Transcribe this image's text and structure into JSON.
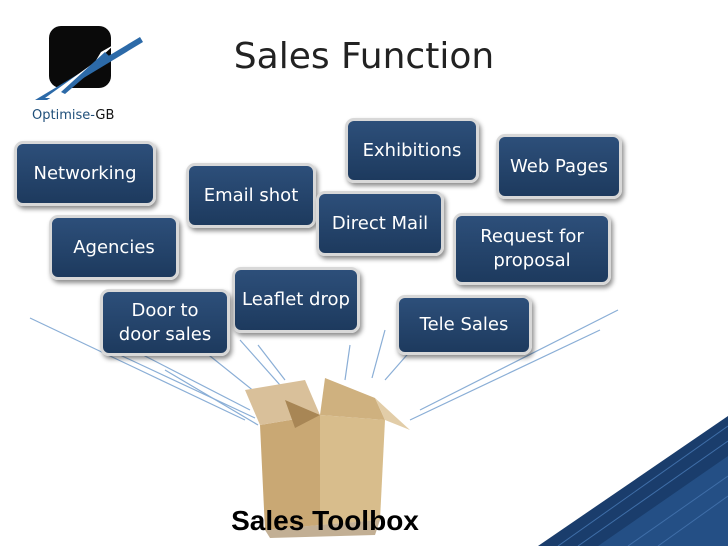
{
  "header": {
    "title": "Sales Function",
    "logo_brand": "Optimise-",
    "logo_suffix": "GB"
  },
  "caption": "Sales Toolbox",
  "tools": {
    "networking": "Networking",
    "exhibitions": "Exhibitions",
    "web_pages": "Web Pages",
    "email_shot": "Email shot",
    "direct_mail": "Direct Mail",
    "agencies": "Agencies",
    "request_for_proposal": "Request for proposal",
    "leaflet_drop": "Leaflet drop",
    "door_to_door": "Door to door sales",
    "tele_sales": "Tele Sales"
  },
  "colors": {
    "box_fill": "#1d3a5e",
    "box_border": "#d8d8d8",
    "logo_text": "#1f4f7a",
    "accent_corner": "#1a3d6c"
  },
  "icons": [
    "logo-icon",
    "cardboard-box-icon"
  ]
}
